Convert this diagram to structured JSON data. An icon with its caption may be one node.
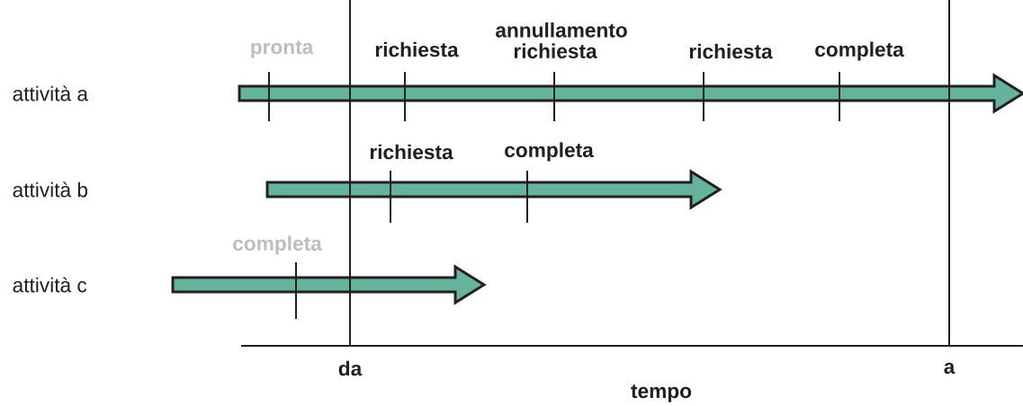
{
  "diagram": {
    "labels": [
      "attività a",
      "pronta",
      "richiesta",
      "annullamento richiesta",
      "richiesta",
      "completa",
      "attività b",
      "richiesta",
      "completa",
      "attività c",
      "completa",
      "da",
      "a",
      "tempo"
    ]
  }
}
